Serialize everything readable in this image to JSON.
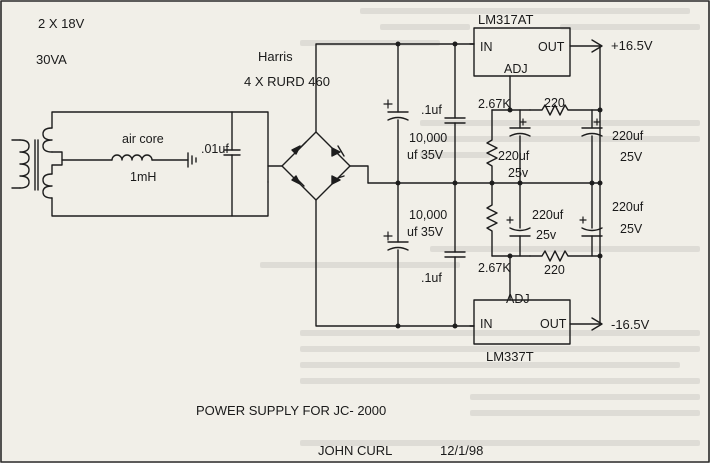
{
  "transformer": {
    "rating1": "2 X 18V",
    "rating2": "30VA"
  },
  "rectifier": {
    "maker": "Harris",
    "part": "4 X RURD 460"
  },
  "filter": {
    "inductor_type": "air core",
    "inductor_value": "1mH",
    "cap": ".01uf"
  },
  "reservoir": {
    "pos_small_cap": ".1uf",
    "pos_big_cap_line1": "10,000",
    "pos_big_cap_line2": "uf 35V",
    "neg_big_cap_line1": "10,000",
    "neg_big_cap_line2": "uf 35V",
    "neg_small_cap": ".1uf"
  },
  "pos_reg": {
    "part": "LM317AT",
    "pin_in": "IN",
    "pin_out": "OUT",
    "pin_adj": "ADJ",
    "output": "+16.5V",
    "r_bottom": "2.67K",
    "r_top": "220",
    "c_adj": "220uf",
    "c_adj_v": "25v",
    "c_out": "220uf",
    "c_out_v": "25V"
  },
  "neg_reg": {
    "part": "LM337T",
    "pin_in": "IN",
    "pin_out": "OUT",
    "pin_adj": "ADJ",
    "output": "-16.5V",
    "r_bottom": "2.67K",
    "r_top": "220",
    "c_adj": "220uf",
    "c_adj_v": "25v",
    "c_out": "220uf",
    "c_out_v": "25V"
  },
  "title_block": {
    "title": "POWER SUPPLY FOR  JC- 2000",
    "author": "JOHN  CURL",
    "date": "12/1/98"
  }
}
